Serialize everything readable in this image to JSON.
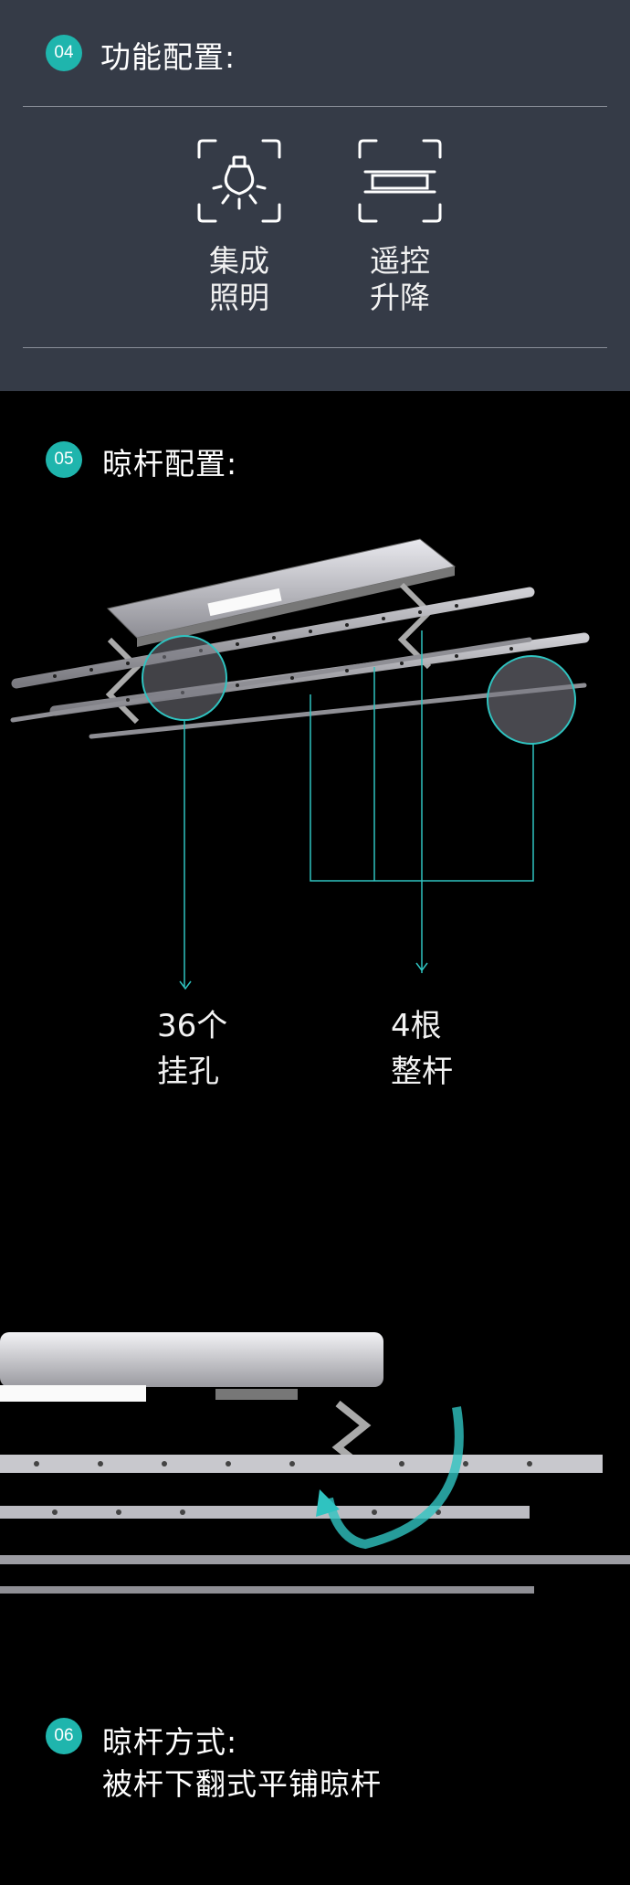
{
  "section04": {
    "number": "04",
    "title": "功能配置:",
    "features": [
      {
        "icon": "light-bulb-icon",
        "line1": "集成",
        "line2": "照明"
      },
      {
        "icon": "remote-lift-icon",
        "line1": "遥控",
        "line2": "升降"
      }
    ]
  },
  "section05": {
    "number": "05",
    "title": "晾杆配置:",
    "callouts": [
      {
        "line1": "36个",
        "line2": "挂孔"
      },
      {
        "line1": "4根",
        "line2": "整杆"
      }
    ]
  },
  "section06": {
    "number": "06",
    "title": "晾杆方式:",
    "subtitle": "被杆下翻式平铺晾杆"
  },
  "colors": {
    "accent": "#1fb5ad",
    "panel": "#353b47",
    "background": "#000000"
  }
}
